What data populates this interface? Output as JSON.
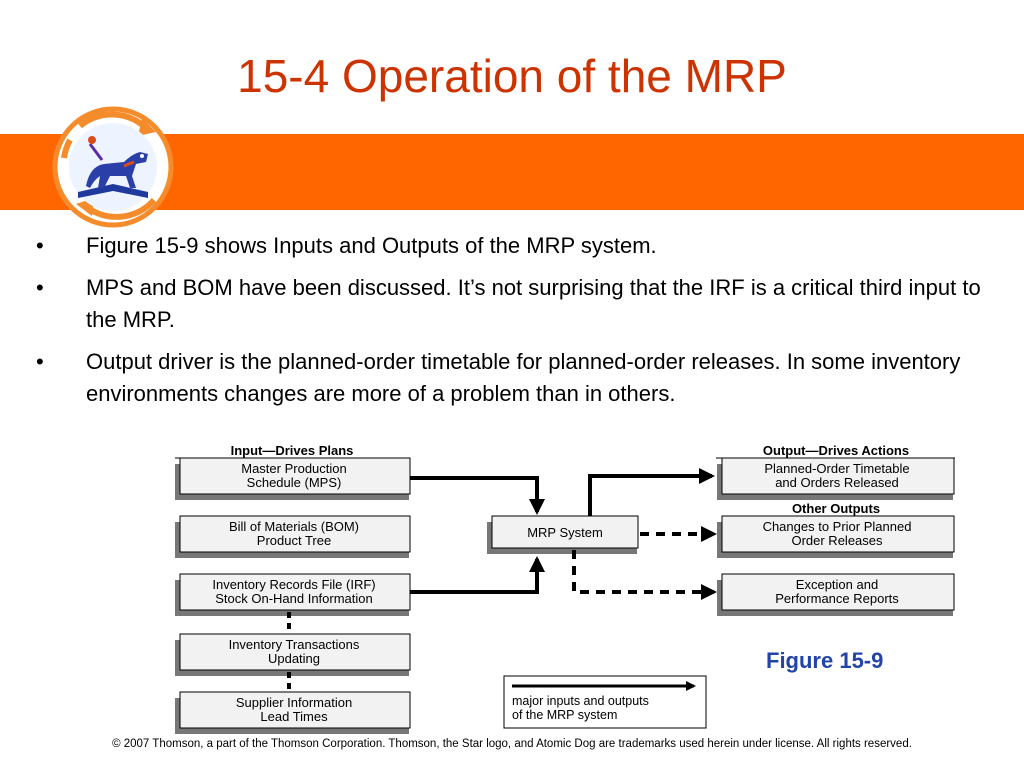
{
  "title": "15-4  Operation of the MRP",
  "bullets": [
    {
      "marker": "•",
      "text": "Figure 15-9 shows Inputs and Outputs of the MRP system."
    },
    {
      "marker": "•",
      "text": "MPS and BOM have been discussed. It’s not surprising that the IRF is a critical third input to the MRP."
    },
    {
      "marker": "•",
      "text": "Output driver is the planned-order timetable for planned-order releases. In some inventory environments changes are more of a problem than in others."
    }
  ],
  "diagram": {
    "input_heading": "Input—Drives Plans",
    "output_heading": "Output—Drives Actions",
    "other_outputs_heading": "Other Outputs",
    "inputs": [
      {
        "line1": "Master Production",
        "line2": "Schedule (MPS)"
      },
      {
        "line1": "Bill of Materials (BOM)",
        "line2": "Product Tree"
      },
      {
        "line1": "Inventory Records File (IRF)",
        "line2": "Stock On-Hand  Information"
      },
      {
        "line1": "Inventory Transactions",
        "line2": "Updating"
      },
      {
        "line1": "Supplier Information",
        "line2": "Lead Times"
      }
    ],
    "center": "MRP System",
    "outputs": [
      {
        "line1": "Planned-Order Timetable",
        "line2": "and Orders Released"
      },
      {
        "line1": "Changes to Prior Planned",
        "line2": "Order Releases"
      },
      {
        "line1": "Exception and",
        "line2": "Performance Reports"
      }
    ],
    "legend": {
      "line1": "major inputs and outputs",
      "line2": "of the MRP system"
    }
  },
  "figure_label": "Figure 15-9",
  "footer": "© 2007 Thomson, a part of the Thomson Corporation. Thomson, the Star logo, and Atomic Dog are trademarks used herein under license.  All rights reserved.",
  "colors": {
    "title": "#cc3300",
    "band": "#ff6600",
    "figure_label": "#2244aa",
    "box_fill": "#f2f2f2",
    "box_shadow": "#777777"
  },
  "logo": {
    "icon": "atomic-dog-logo"
  }
}
